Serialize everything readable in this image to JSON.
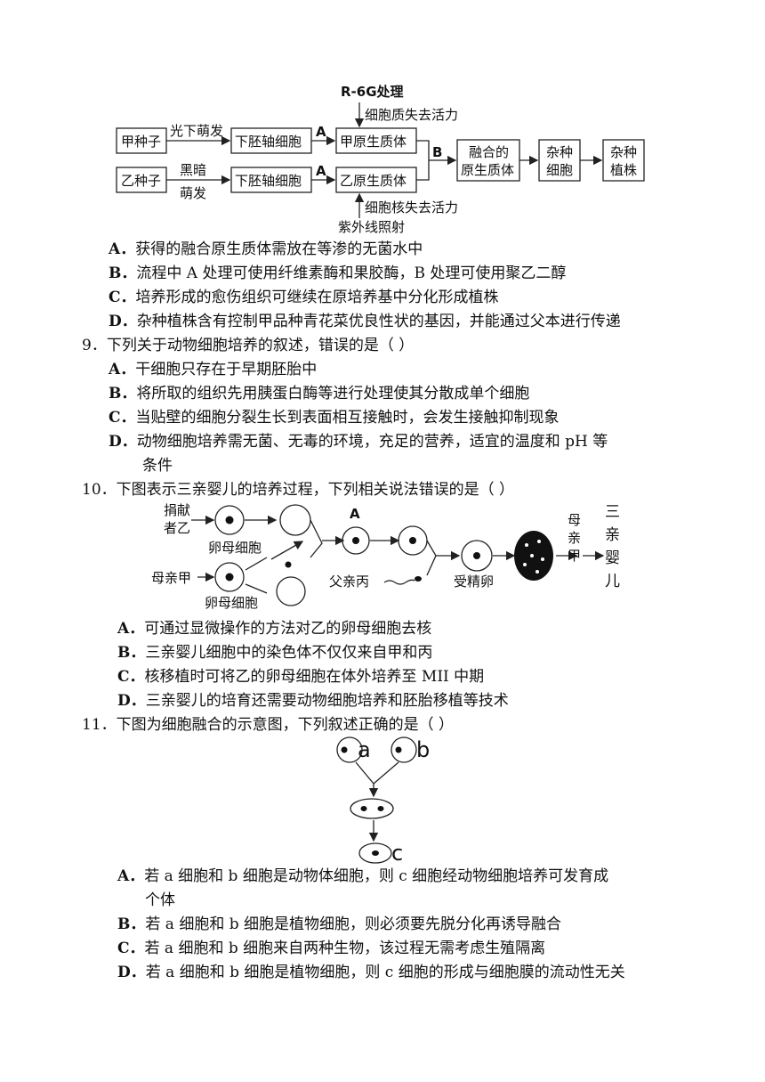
{
  "diagram1": {
    "top_label": "R-6G处理",
    "top_arrow_text": "细胞质失去活力",
    "row1_start": "甲种子",
    "row1_arrow_text": "光下萌发",
    "row1_mid": "下胚轴细胞",
    "label_A": "A",
    "row1_proto": "甲原生质体",
    "label_B": "B",
    "fused_line1": "融合的",
    "fused_line2": "原生质体",
    "hybrid_cell_line1": "杂种",
    "hybrid_cell_line2": "细胞",
    "hybrid_plant_line1": "杂种",
    "hybrid_plant_line2": "植株",
    "row2_start": "乙种子",
    "row2_arrow_text1": "黑暗",
    "row2_arrow_text2": "萌发",
    "row2_mid": "下胚轴细胞",
    "row2_proto": "乙原生质体",
    "bottom_arrow_text": "细胞核失去活力",
    "bottom_label": "紫外线照射"
  },
  "q8_options": [
    {
      "label": "A．",
      "text": "获得的融合原生质体需放在等渗的无菌水中"
    },
    {
      "label": "B．",
      "text": "流程中 A 处理可使用纤维素酶和果胶酶，B 处理可使用聚乙二醇"
    },
    {
      "label": "C．",
      "text": "培养形成的愈伤组织可继续在原培养基中分化形成植株"
    },
    {
      "label": "D．",
      "text": "杂种植株含有控制甲品种青花菜优良性状的基因，并能通过父本进行传递"
    }
  ],
  "q9": {
    "stem": "9．下列关于动物细胞培养的叙述，错误的是（    ）",
    "options": [
      {
        "label": "A．",
        "text": "干细胞只存在于早期胚胎中"
      },
      {
        "label": "B．",
        "text": "将所取的组织先用胰蛋白酶等进行处理使其分散成单个细胞"
      },
      {
        "label": "C．",
        "text": "当贴壁的细胞分裂生长到表面相互接触时，会发生接触抑制现象"
      },
      {
        "label": "D．",
        "text": "动物细胞培养需无菌、无毒的环境，充足的营养，适宜的温度和 pH 等"
      }
    ],
    "continuation": "条件"
  },
  "q10": {
    "stem": "10．下图表示三亲婴儿的培养过程，下列相关说法错误的是（    ）",
    "diagram": {
      "donor_line1": "捐献",
      "donor_line2": "者乙",
      "oocyte1": "卵母细胞",
      "mother": "母亲甲",
      "oocyte2": "卵母细胞",
      "label_A": "A",
      "father": "父亲丙",
      "fertilized": "受精卵",
      "mother_vertical": "母亲甲",
      "baby_vertical": "三亲婴儿"
    },
    "options": [
      {
        "label": "A．",
        "text": "可通过显微操作的方法对乙的卵母细胞去核"
      },
      {
        "label": "B．",
        "text": "三亲婴儿细胞中的染色体不仅仅来自甲和丙"
      },
      {
        "label": "C．",
        "text": "核移植时可将乙的卵母细胞在体外培养至 MII 中期"
      },
      {
        "label": "D．",
        "text": "三亲婴儿的培育还需要动物细胞培养和胚胎移植等技术"
      }
    ]
  },
  "q11": {
    "stem": "11．下图为细胞融合的示意图，下列叙述正确的是（    ）",
    "diagram": {
      "a": "a",
      "b": "b",
      "c": "c"
    },
    "options": [
      {
        "label": "A．",
        "text": "若 a 细胞和 b 细胞是动物体细胞，则 c 细胞经动物细胞培养可发育成"
      },
      {
        "label": "B．",
        "text": "若 a 细胞和 b 细胞是植物细胞，则必须要先脱分化再诱导融合"
      },
      {
        "label": "C．",
        "text": "若 a 细胞和 b 细胞来自两种生物，该过程无需考虑生殖隔离"
      },
      {
        "label": "D．",
        "text": "若 a 细胞和 b 细胞是植物细胞，则 c 细胞的形成与细胞膜的流动性无关"
      }
    ],
    "continuation": "个体"
  }
}
